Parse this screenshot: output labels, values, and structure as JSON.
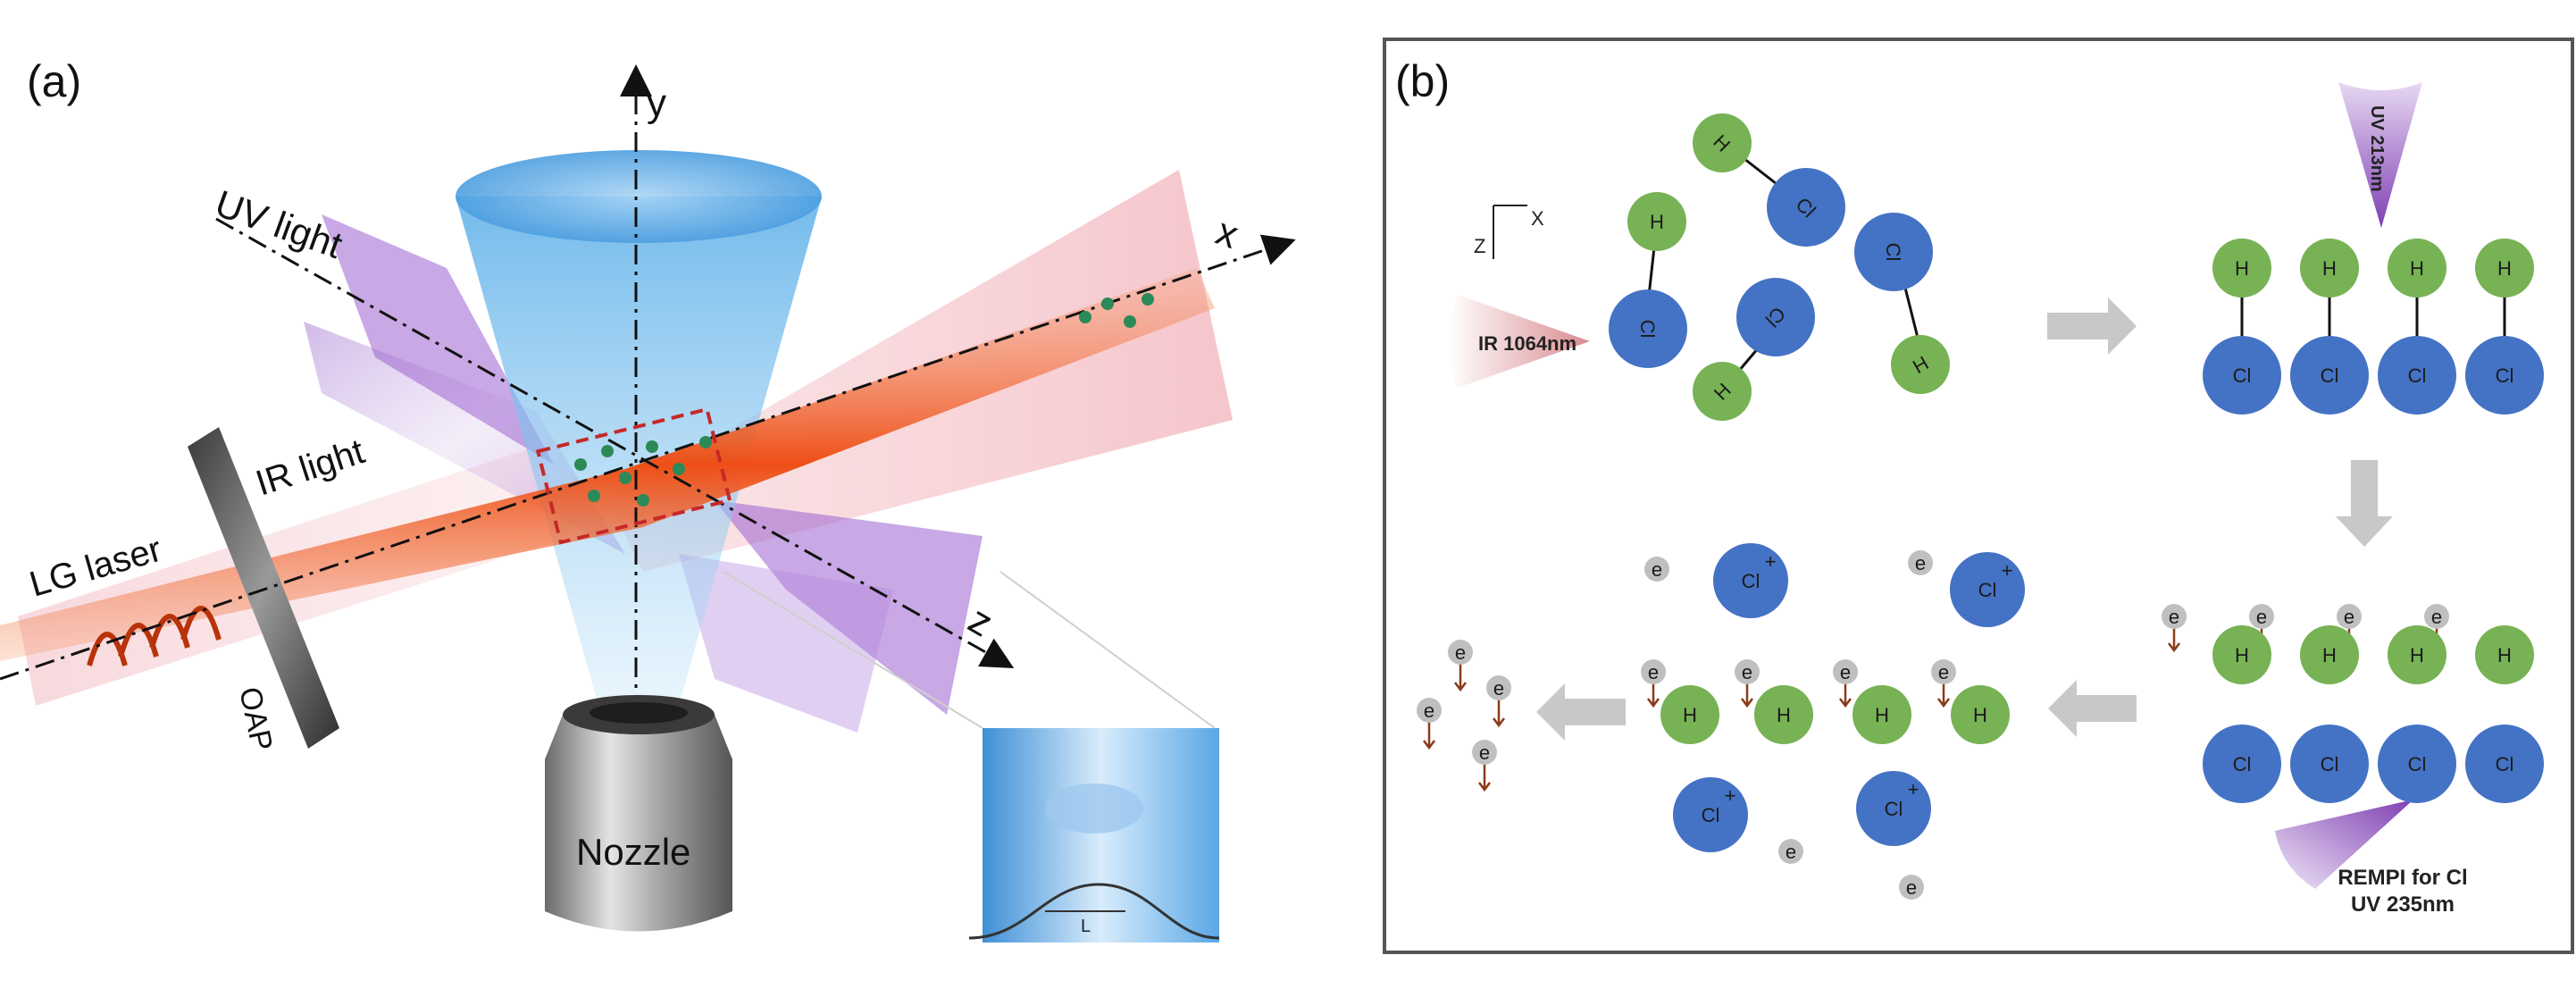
{
  "panel_a": {
    "label": "(a)",
    "axis_y": "y",
    "axis_x": "x",
    "axis_z": "z",
    "uv_light": "UV light",
    "ir_light": "IR light",
    "lg_laser": "LG laser",
    "oap": "OAP",
    "nozzle": "Nozzle",
    "inset_mark": "L"
  },
  "panel_b": {
    "label": "(b)",
    "coord_x": "X",
    "coord_z": "Z",
    "ir_pulse": "IR 1064nm",
    "uv_pulse": "UV 213nm",
    "rempi_line1": "REMPI for Cl",
    "rempi_line2": "UV 235nm",
    "atom_h": "H",
    "atom_cl": "Cl",
    "ion_cl": "Cl",
    "ion_plus": "+",
    "electron": "e"
  },
  "colors": {
    "hydrogen": "#77b254",
    "chlorine": "#4472c4",
    "electron": "#bfbfbf",
    "arrow": "#c8c8c8",
    "spin": "#8b3a1a",
    "ir_beam": "#f0602a",
    "uv_beam": "#8e55c0",
    "nozzle_cone": "#6fb6ec"
  }
}
